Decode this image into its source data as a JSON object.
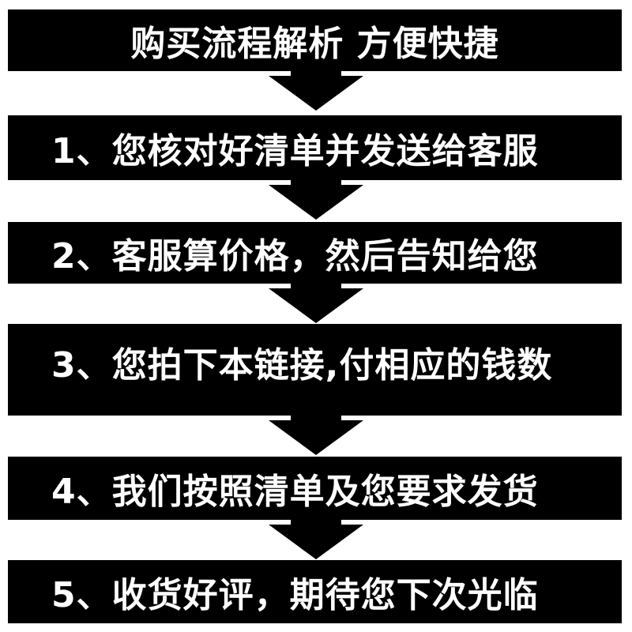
{
  "header": {
    "title": "购买流程解析  方便快捷"
  },
  "steps": [
    {
      "label": "1、您核对好清单并发送给客服"
    },
    {
      "label": "2、客服算价格，然后告知给您"
    },
    {
      "label": "3、您拍下本链接,付相应的钱数"
    },
    {
      "label": "4、我们按照清单及您要求发货"
    },
    {
      "label": "5、收货好评，期待您下次光临"
    }
  ],
  "colors": {
    "box": "#000000",
    "text": "#ffffff",
    "background": "#ffffff"
  },
  "icons": [
    "down-arrow-icon"
  ]
}
